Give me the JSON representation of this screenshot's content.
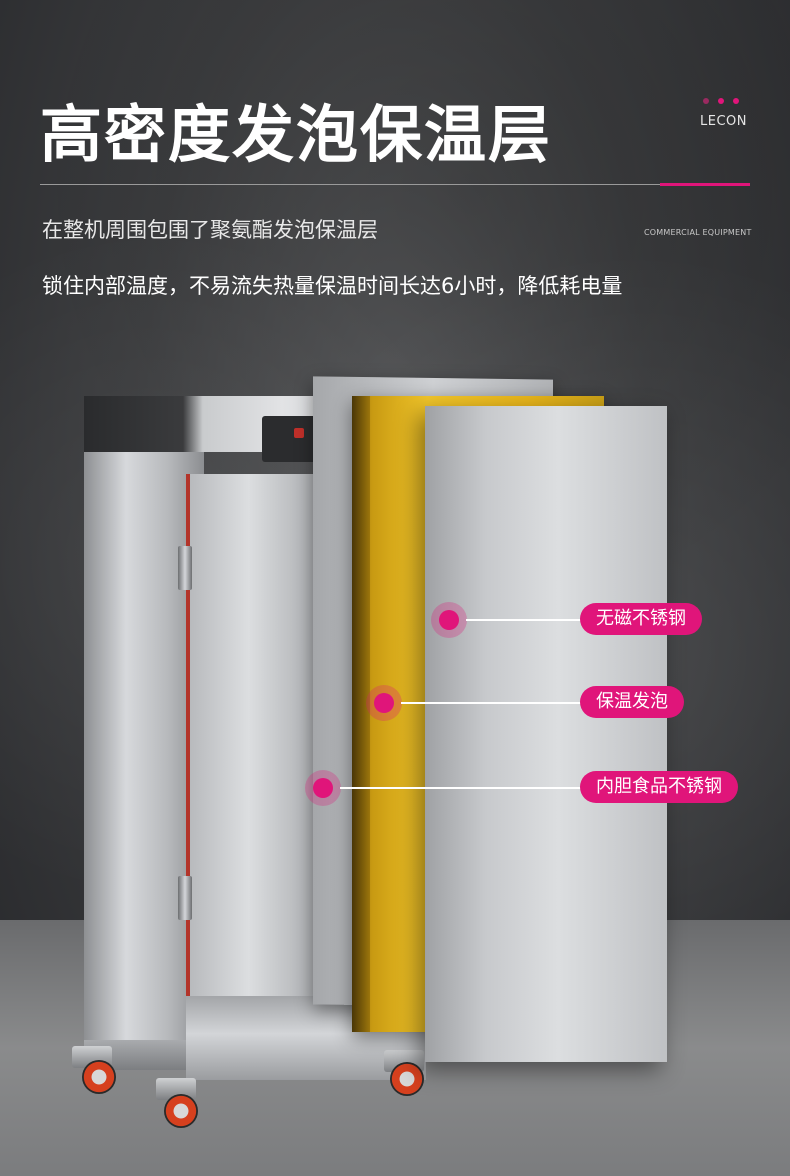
{
  "header": {
    "title": "高密度发泡保温层",
    "brand": "LECON",
    "brand_tagline": "COMMERCIAL EQUIPMENT",
    "subtitle": "在整机周围包围了聚氨酯发泡保温层",
    "description": "锁住内部温度，不易流失热量保温时间长达6小时，降低耗电量"
  },
  "callouts": [
    {
      "label": "无磁不锈钢"
    },
    {
      "label": "保温发泡"
    },
    {
      "label": "内胆食品不锈钢"
    }
  ],
  "colors": {
    "accent": "#e0157a",
    "foam": "#f1c52a",
    "steel": "#c7c9cc"
  },
  "icons": [
    "marker-dot-icon",
    "wheel-icon",
    "hinge-icon"
  ]
}
